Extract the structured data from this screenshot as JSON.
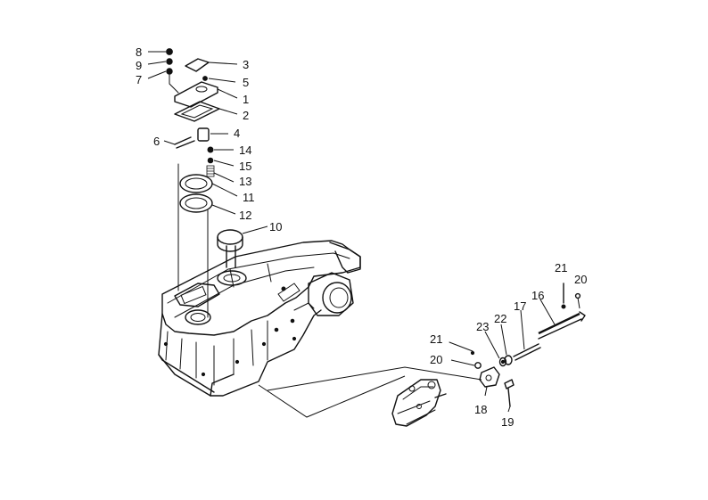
{
  "diagram": {
    "part_labels": [
      {
        "id": "8",
        "text": "8"
      },
      {
        "id": "9",
        "text": "9"
      },
      {
        "id": "7",
        "text": "7"
      },
      {
        "id": "3",
        "text": "3"
      },
      {
        "id": "5",
        "text": "5"
      },
      {
        "id": "1",
        "text": "1"
      },
      {
        "id": "2",
        "text": "2"
      },
      {
        "id": "6",
        "text": "6"
      },
      {
        "id": "4",
        "text": "4"
      },
      {
        "id": "14",
        "text": "14"
      },
      {
        "id": "15",
        "text": "15"
      },
      {
        "id": "13",
        "text": "13"
      },
      {
        "id": "11",
        "text": "11"
      },
      {
        "id": "12",
        "text": "12"
      },
      {
        "id": "10",
        "text": "10"
      },
      {
        "id": "21a",
        "text": "21"
      },
      {
        "id": "20a",
        "text": "20"
      },
      {
        "id": "16",
        "text": "16"
      },
      {
        "id": "17",
        "text": "17"
      },
      {
        "id": "22",
        "text": "22"
      },
      {
        "id": "23",
        "text": "23"
      },
      {
        "id": "21b",
        "text": "21"
      },
      {
        "id": "20b",
        "text": "20"
      },
      {
        "id": "18",
        "text": "18"
      },
      {
        "id": "19",
        "text": "19"
      }
    ]
  }
}
